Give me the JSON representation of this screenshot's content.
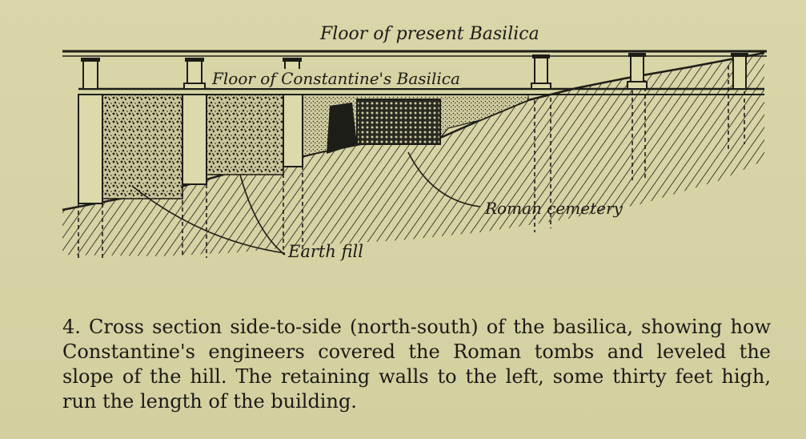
{
  "figure": {
    "labels": {
      "present_floor": "Floor of present Basilica",
      "constantine_floor": "Floor of Constantine's Basilica",
      "roman_cemetery": "Roman cemetery",
      "earth_fill": "Earth fill"
    }
  },
  "caption": {
    "text": "4. Cross section side-to-side (north-south) of the basilica, showing how Constantine's engineers covered the Roman tombs and leveled the slope of the hill. The retaining walls to the left, some thirty feet high, run the length of the building."
  },
  "colors": {
    "paper": "#d6d3a4",
    "ink": "#1b1b17"
  }
}
